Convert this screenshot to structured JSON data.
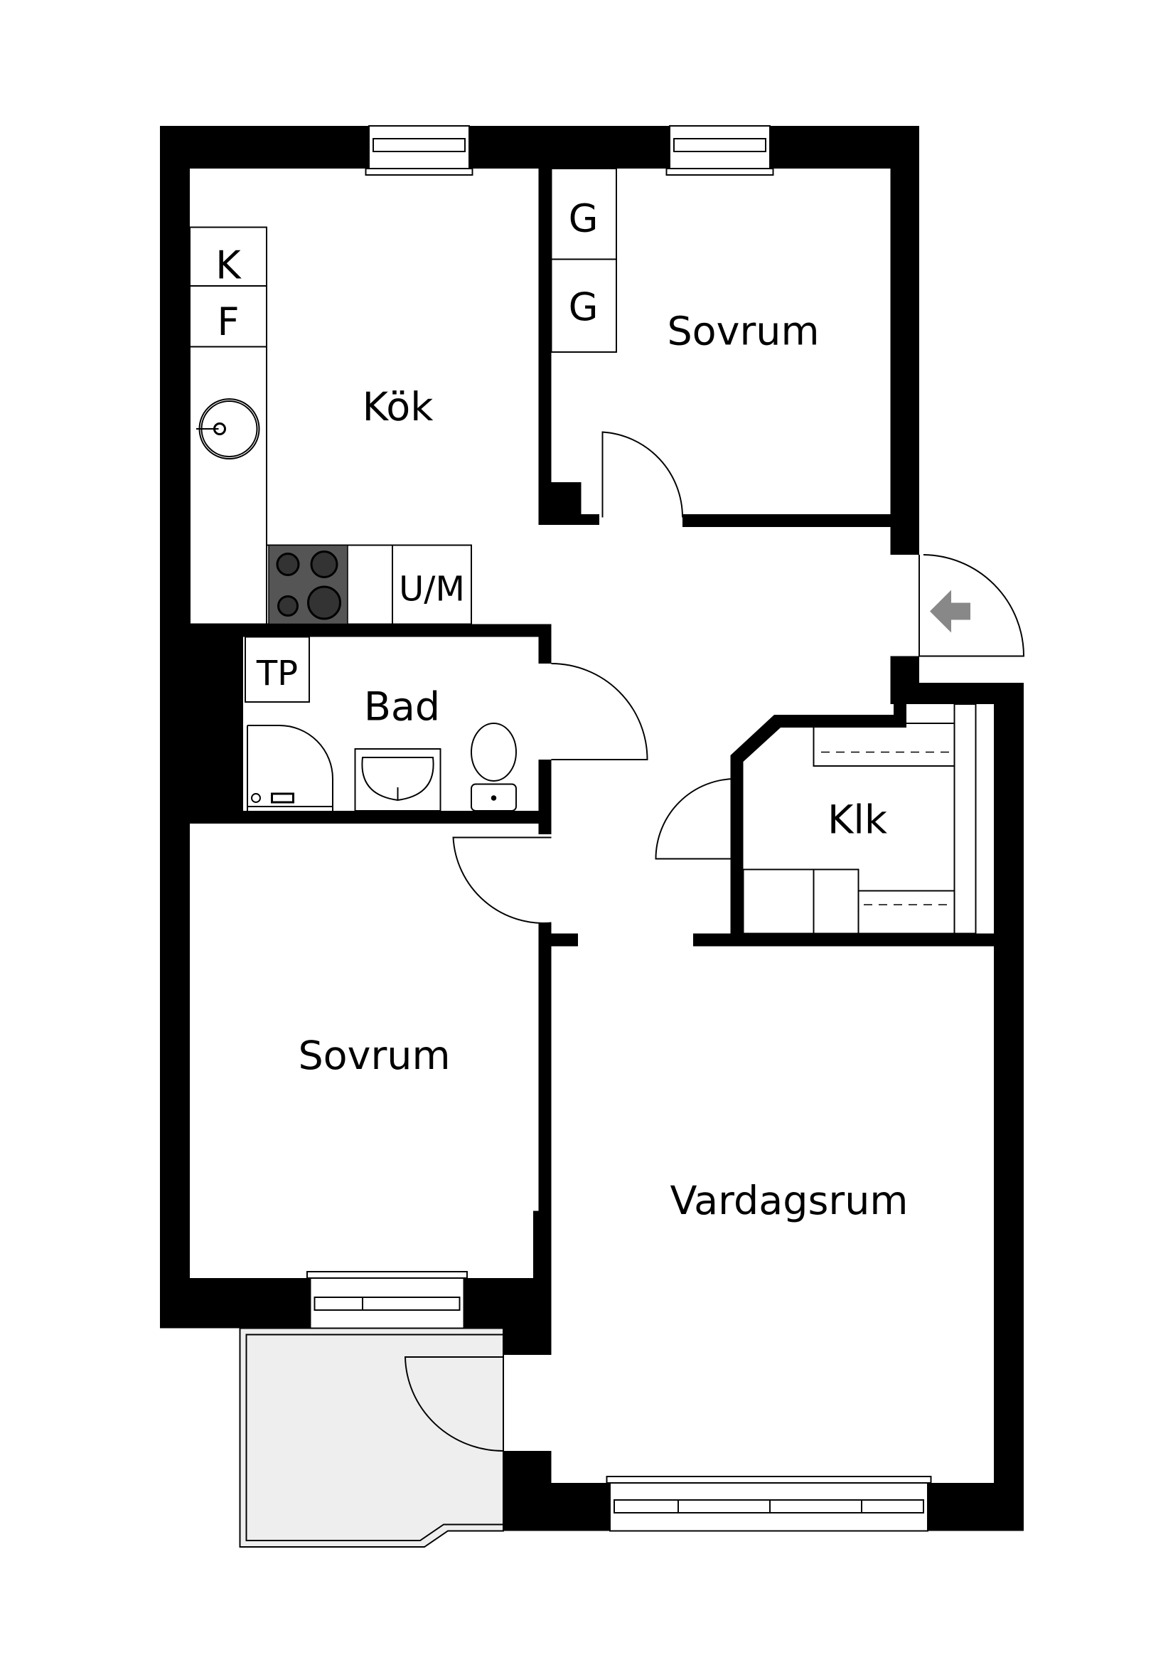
{
  "rooms": {
    "kitchen": "Kök",
    "bedroom_top": "Sovrum",
    "bathroom": "Bad",
    "bedroom_bottom": "Sovrum",
    "living_room": "Vardagsrum",
    "closet": "Klk"
  },
  "fixtures": {
    "fridge": "K",
    "freezer": "F",
    "wardrobe_1": "G",
    "wardrobe_2": "G",
    "oven_microwave": "U/M",
    "washer": "TP"
  },
  "icons": [
    "entrance-arrow-icon",
    "sink-icon",
    "stove-icon",
    "toilet-icon",
    "shower-icon"
  ],
  "colors": {
    "wall": "#000000",
    "balcony": "#eeeeee",
    "stove": "#555555",
    "entrance_arrow": "#888888"
  }
}
